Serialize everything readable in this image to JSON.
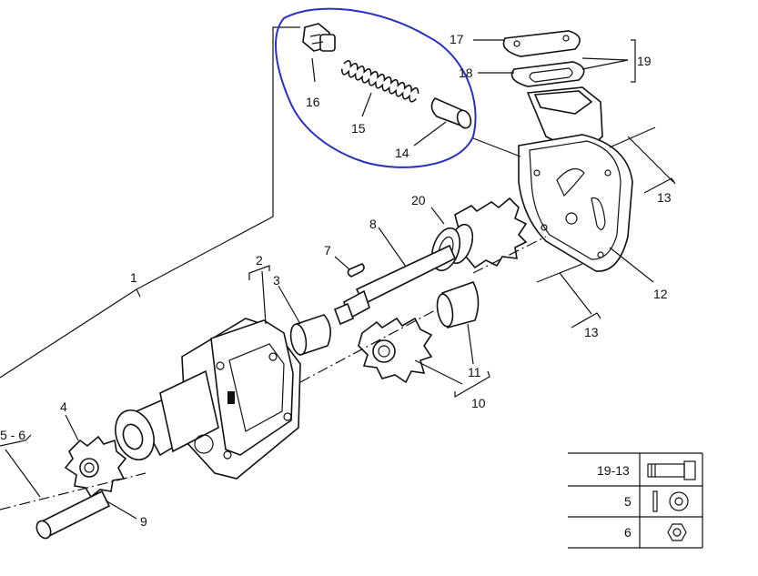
{
  "callouts": {
    "c1": "1",
    "c2": "2",
    "c3": "3",
    "c4": "4",
    "c56": "5 - 6",
    "c7": "7",
    "c8": "8",
    "c9": "9",
    "c10": "10",
    "c11": "11",
    "c12": "12",
    "c13a": "13",
    "c13b": "13",
    "c14": "14",
    "c15": "15",
    "c16": "16",
    "c17": "17",
    "c18": "18",
    "c19": "19",
    "c20": "20"
  },
  "legend": [
    {
      "ref": "19-13",
      "icon": "bolt-icon"
    },
    {
      "ref": "5",
      "icon": "washer-icon"
    },
    {
      "ref": "6",
      "icon": "nut-icon"
    }
  ],
  "highlight_color": "#2a2fc0"
}
